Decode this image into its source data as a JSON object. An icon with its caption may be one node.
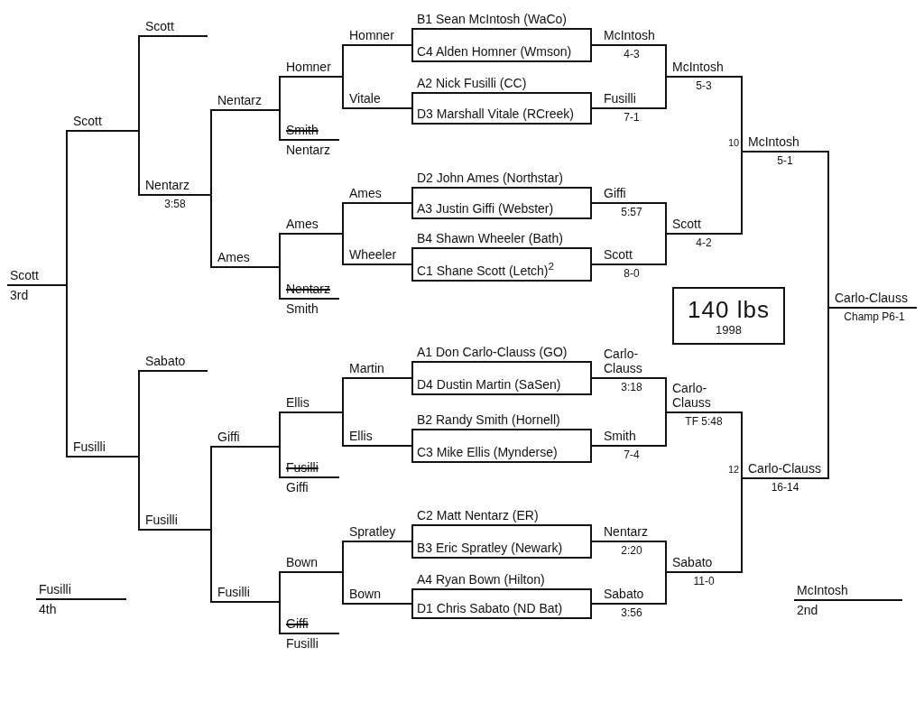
{
  "diagram": {
    "nodes": [
      {
        "text": [
          "B1 Sean McIntosh (WaCo)",
          "C4 Alden Homner (Wmson)"
        ]
      },
      {
        "text": [
          "A2 Nick Fusilli (CC)",
          "D3 Marshall Vitale (RCreek)"
        ]
      },
      {
        "text": [
          "D2 John Ames (Northstar)",
          "A3 Justin Giffi (Webster)"
        ]
      },
      {
        "text": [
          "B4 Shawn Wheeler (Bath)",
          "C1 Shane Scott (Letch)$^{2}$"
        ]
      },
      {
        "text": [
          "A1 Don Carlo-Clauss (GO)",
          "D4 Dustin Martin (SaSen)"
        ]
      },
      {
        "text": [
          "B2 Randy Smith (Hornell)",
          "C3 Mike Ellis (Mynderse)"
        ]
      },
      {
        "text": [
          "C2 Matt Nentarz (ER)",
          "B3 Eric Spratley (Newark)"
        ]
      },
      {
        "text": [
          "A4 Ryan Bown (Hilton)",
          "D1 Chris Sabato (ND Bat)"
        ]
      },
      {
        "text": [
          "McIntosh",
          "4-3"
        ]
      },
      {
        "text": [
          "Fusilli",
          "7-1"
        ]
      },
      {
        "text": [
          "Giffi",
          "5:57"
        ]
      },
      {
        "text": [
          "Scott",
          "8-0"
        ]
      },
      {
        "text": [
          "Carlo- Clauss",
          "3:18"
        ]
      },
      {
        "text": [
          "Smith",
          "7-4"
        ]
      },
      {
        "text": [
          "Nentarz",
          "2:20"
        ]
      },
      {
        "text": [
          "Sabato",
          "3:56"
        ]
      },
      {
        "text": [
          "McIntosh",
          "5-3"
        ]
      },
      {
        "text": [
          "Scott",
          "4-2"
        ]
      },
      {
        "text": [
          "Carlo- Clauss",
          "TF 5:48"
        ]
      },
      {
        "text": [
          "Sabato",
          "11-0"
        ]
      },
      {
        "text": [
          "McIntosh",
          "5-1"
        ],
        "beside": [
          "10"
        ]
      },
      {
        "text": [
          "Carlo-Clauss",
          "16-14"
        ],
        "beside": [
          "12"
        ]
      },
      {
        "text": [
          "Carlo-Clauss",
          "Champ P6-1"
        ]
      },
      {
        "text": [
          "Homner"
        ]
      },
      {
        "text": [
          "Vitale"
        ]
      },
      {
        "text": [
          "Ames"
        ]
      },
      {
        "text": [
          "Wheeler"
        ]
      },
      {
        "text": [
          "Martin"
        ]
      },
      {
        "text": [
          "Ellis"
        ]
      },
      {
        "text": [
          "Spratley"
        ]
      },
      {
        "text": [
          "Bown"
        ]
      },
      {
        "text": [
          "Homner"
        ]
      },
      {
        "text": [
          "Smith",
          "Nentarz"
        ]
      },
      {
        "text": [
          "Ames"
        ]
      },
      {
        "text": [
          "Nentarz",
          "Smith"
        ]
      },
      {
        "text": [
          "Ellis"
        ]
      },
      {
        "text": [
          "Fusilli",
          "Giffi"
        ]
      },
      {
        "text": [
          "Bown"
        ]
      },
      {
        "text": [
          "Giffi",
          "Fusilli"
        ]
      },
      {
        "text": [
          "Nentarz"
        ]
      },
      {
        "text": [
          "Ames"
        ]
      },
      {
        "text": [
          "Giffi"
        ]
      },
      {
        "text": [
          "Fusilli"
        ]
      },
      {
        "text": [
          "Nentarz",
          "3:58"
        ]
      },
      {
        "text": [
          "Fusilli"
        ]
      },
      {
        "text": [
          "Scott"
        ]
      },
      {
        "text": [
          "Sabato"
        ]
      },
      {
        "text": [
          "Scott"
        ]
      },
      {
        "text": [
          "Fusilli"
        ]
      },
      {
        "text": [
          "Scott",
          "3rd"
        ]
      },
      {
        "text": [
          "Fusilli",
          "4th"
        ]
      },
      {
        "text": [
          "McIntosh",
          "2nd"
        ]
      },
      {
        "text": [
          "140 lbs",
          "1998"
        ]
      }
    ],
    "edges": [
      {
        "from": 0,
        "to": 8,
        "arrow": "none"
      },
      {
        "from": 1,
        "to": 9,
        "arrow": "none"
      },
      {
        "from": 2,
        "to": 10,
        "arrow": "none"
      },
      {
        "from": 3,
        "to": 11,
        "arrow": "none"
      },
      {
        "from": 4,
        "to": 12,
        "arrow": "none"
      },
      {
        "from": 5,
        "to": 13,
        "arrow": "none"
      },
      {
        "from": 6,
        "to": 14,
        "arrow": "none"
      },
      {
        "from": 7,
        "to": 15,
        "arrow": "none"
      },
      {
        "from": 8,
        "to": 16,
        "arrow": "none"
      },
      {
        "from": 9,
        "to": 16,
        "arrow": "none"
      },
      {
        "from": 10,
        "to": 17,
        "arrow": "none"
      },
      {
        "from": 11,
        "to": 17,
        "arrow": "none"
      },
      {
        "from": 12,
        "to": 18,
        "arrow": "none"
      },
      {
        "from": 13,
        "to": 18,
        "arrow": "none"
      },
      {
        "from": 14,
        "to": 19,
        "arrow": "none"
      },
      {
        "from": 15,
        "to": 19,
        "arrow": "none"
      },
      {
        "from": 16,
        "to": 20,
        "arrow": "none"
      },
      {
        "from": 17,
        "to": 20,
        "arrow": "none"
      },
      {
        "from": 18,
        "to": 21,
        "arrow": "none"
      },
      {
        "from": 19,
        "to": 21,
        "arrow": "none"
      },
      {
        "from": 20,
        "to": 22,
        "arrow": "none"
      },
      {
        "from": 21,
        "to": 22,
        "arrow": "none"
      },
      {
        "from": 0,
        "to": 23,
        "arrow": "none"
      },
      {
        "from": 1,
        "to": 24,
        "arrow": "none"
      },
      {
        "from": 2,
        "to": 25,
        "arrow": "none"
      },
      {
        "from": 3,
        "to": 26,
        "arrow": "none"
      },
      {
        "from": 4,
        "to": 27,
        "arrow": "none"
      },
      {
        "from": 5,
        "to": 28,
        "arrow": "none"
      },
      {
        "from": 6,
        "to": 29,
        "arrow": "none"
      },
      {
        "from": 7,
        "to": 30,
        "arrow": "none"
      },
      {
        "from": 23,
        "to": 31,
        "arrow": "none"
      },
      {
        "from": 24,
        "to": 31,
        "arrow": "none"
      },
      {
        "from": 25,
        "to": 33,
        "arrow": "none"
      },
      {
        "from": 26,
        "to": 33,
        "arrow": "none"
      },
      {
        "from": 27,
        "to": 35,
        "arrow": "none"
      },
      {
        "from": 28,
        "to": 35,
        "arrow": "none"
      },
      {
        "from": 29,
        "to": 37,
        "arrow": "none"
      },
      {
        "from": 30,
        "to": 37,
        "arrow": "none"
      },
      {
        "from": 31,
        "to": 39,
        "arrow": "none"
      },
      {
        "from": 32,
        "to": 39,
        "arrow": "none"
      },
      {
        "from": 33,
        "to": 40,
        "arrow": "none"
      },
      {
        "from": 34,
        "to": 40,
        "arrow": "none"
      },
      {
        "from": 35,
        "to": 41,
        "arrow": "none"
      },
      {
        "from": 36,
        "to": 41,
        "arrow": "none"
      },
      {
        "from": 37,
        "to": 42,
        "arrow": "none"
      },
      {
        "from": 38,
        "to": 42,
        "arrow": "none"
      },
      {
        "from": 39,
        "to": 43,
        "arrow": "none"
      },
      {
        "from": 40,
        "to": 43,
        "arrow": "none"
      },
      {
        "from": 41,
        "to": 44,
        "arrow": "none"
      },
      {
        "from": 42,
        "to": 44,
        "arrow": "none"
      },
      {
        "from": 45,
        "to": 47,
        "arrow": "none"
      },
      {
        "from": 43,
        "to": 47,
        "arrow": "none"
      },
      {
        "from": 46,
        "to": 48,
        "arrow": "none"
      },
      {
        "from": 44,
        "to": 48,
        "arrow": "none"
      },
      {
        "from": 47,
        "to": 49,
        "arrow": "none"
      },
      {
        "from": 48,
        "to": 49,
        "arrow": "none"
      }
    ]
  }
}
